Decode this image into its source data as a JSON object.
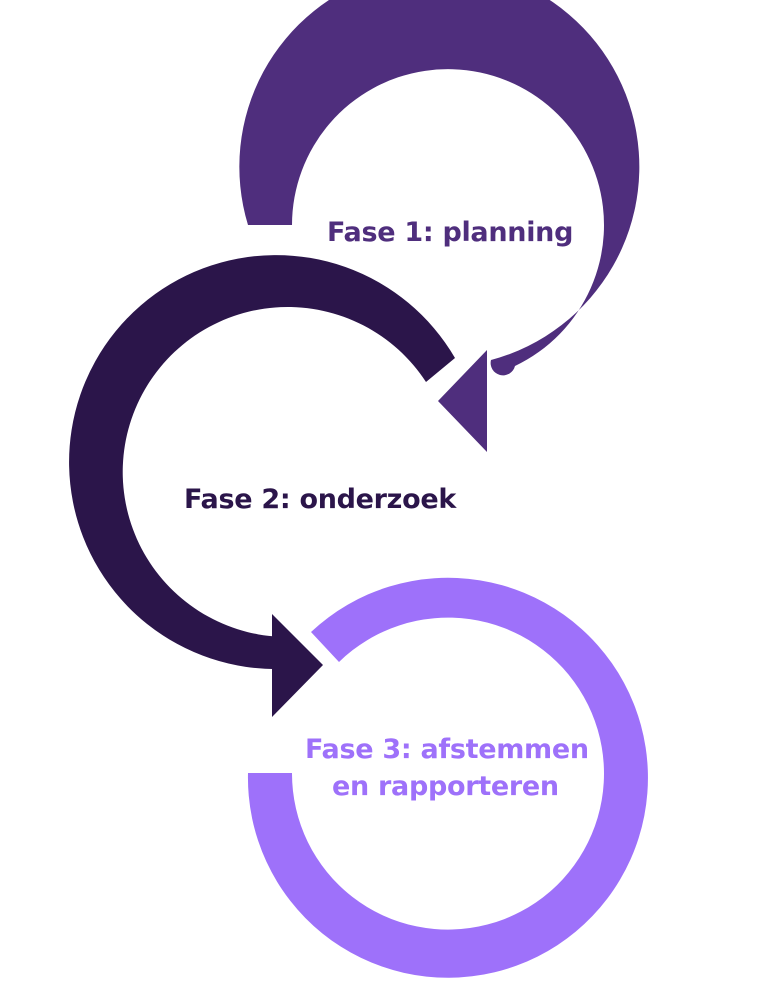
{
  "colors": {
    "phase1": "#4f2e7d",
    "phase2": "#2b154a",
    "phase3": "#9e71fa",
    "background": "#ffffff"
  },
  "phases": [
    {
      "lines": [
        "Fase 1: planning"
      ]
    },
    {
      "lines": [
        "Fase 2: onderzoek"
      ]
    },
    {
      "lines": [
        "Fase 3: afstemmen",
        "en rapporteren"
      ]
    }
  ]
}
